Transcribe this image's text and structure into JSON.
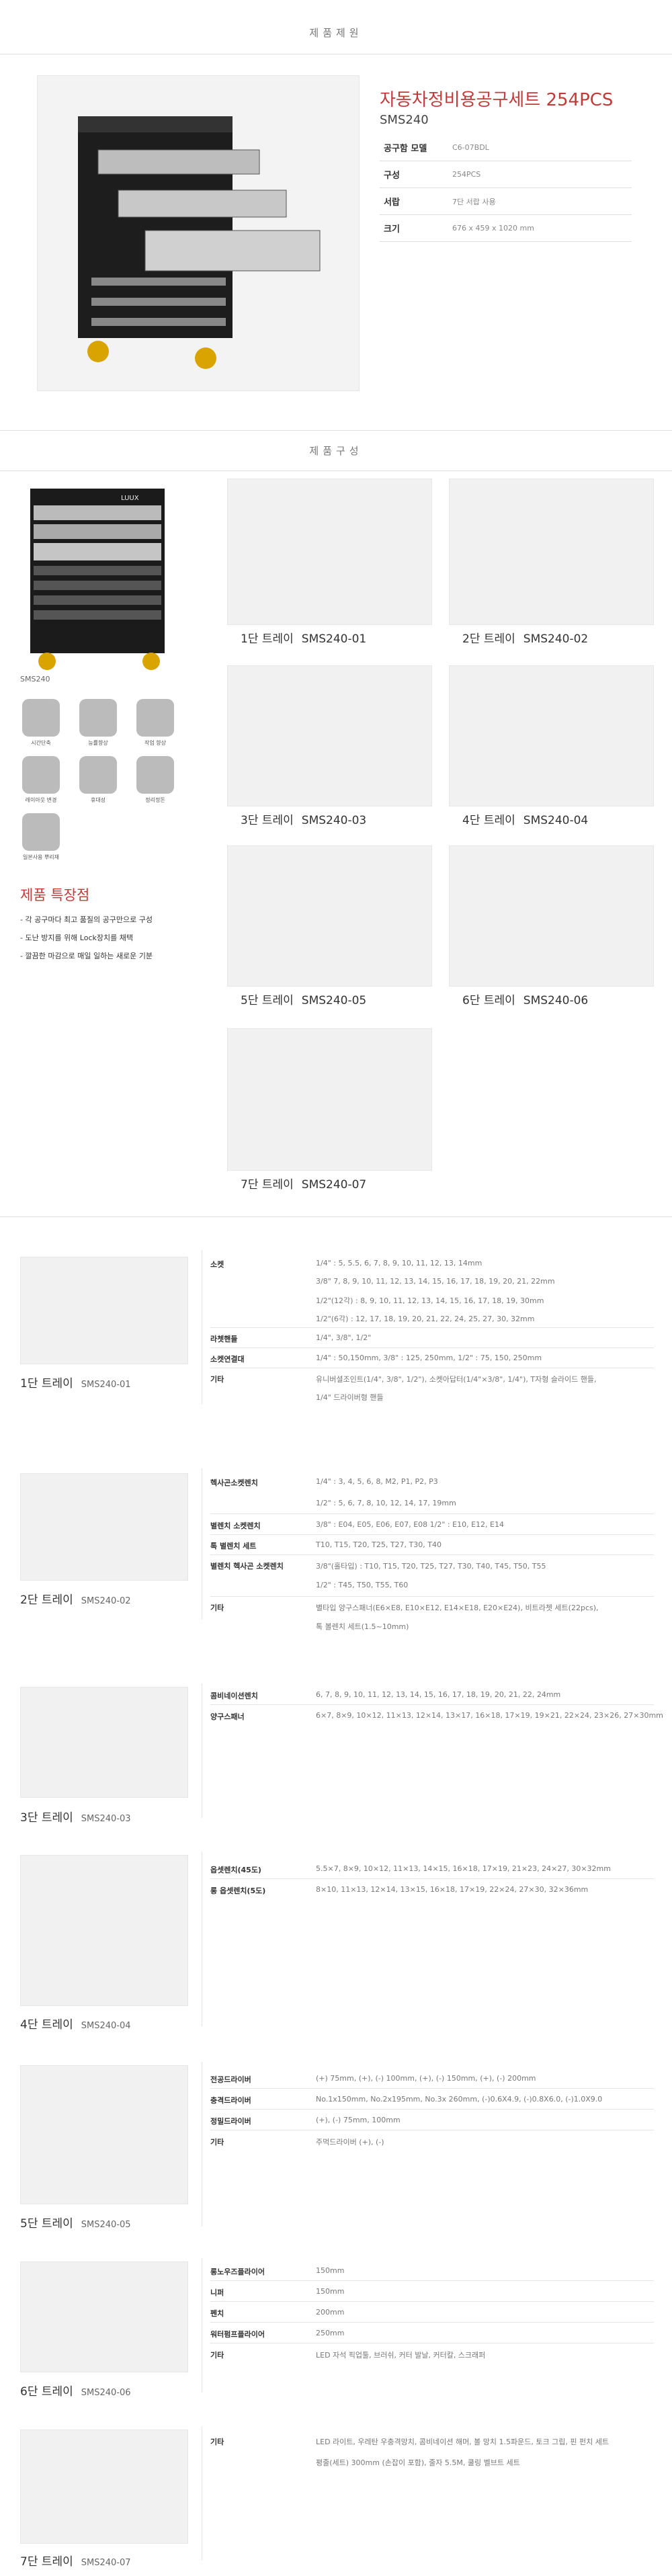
{
  "product_info": {
    "section_title": "제품제원",
    "title": "자동차정비용공구세트 254PCS",
    "model": "SMS240",
    "specs": [
      {
        "key": "공구함 모델",
        "value": "C6-07BDL"
      },
      {
        "key": "구성",
        "value": "254PCS"
      },
      {
        "key": "서랍",
        "value": "7단 서랍 사용"
      },
      {
        "key": "크기",
        "value": "676 x 459 x 1020 mm"
      }
    ]
  },
  "composition": {
    "section_title": "제품구성",
    "cabinet_label": "SMS240",
    "cabinet_brand": "LUUX",
    "icons": [
      {
        "label": "시간단축",
        "icon": "clock-icon"
      },
      {
        "label": "능률향상",
        "icon": "gear-icon"
      },
      {
        "label": "작업 향상",
        "icon": "chart-up-icon"
      },
      {
        "label": "레이아웃 변경",
        "icon": "arrows-icon"
      },
      {
        "label": "휴대성",
        "icon": "carry-icon"
      },
      {
        "label": "정리정돈",
        "icon": "grid-icon"
      },
      {
        "label": "일본사용 뿌리재",
        "icon": "person-icon"
      }
    ],
    "features_title": "제품 특장점",
    "features": [
      "- 각 공구마다 최고 품질의 공구만으로 구성",
      "- 도난 방지를 위해 Lock장치를 채택",
      "- 깔끔한 마감으로 매일 일하는 새로운 기분"
    ],
    "trays": [
      {
        "label": "1단 트레이",
        "code": "SMS240-01"
      },
      {
        "label": "2단 트레이",
        "code": "SMS240-02"
      },
      {
        "label": "3단 트레이",
        "code": "SMS240-03"
      },
      {
        "label": "4단 트레이",
        "code": "SMS240-04"
      },
      {
        "label": "5단 트레이",
        "code": "SMS240-05"
      },
      {
        "label": "6단 트레이",
        "code": "SMS240-06"
      },
      {
        "label": "7단 트레이",
        "code": "SMS240-07"
      }
    ]
  },
  "details": [
    {
      "label": "1단 트레이",
      "code": "SMS240-01",
      "rows": [
        {
          "k": "소켓",
          "v": [
            "1/4\" : 5, 5.5, 6, 7, 8, 9, 10, 11, 12, 13, 14mm",
            "3/8\" 7, 8, 9, 10, 11, 12, 13, 14, 15, 16, 17, 18, 19, 20, 21, 22mm",
            "1/2\"(12각) : 8, 9, 10, 11, 12, 13, 14, 15, 16, 17, 18, 19, 30mm",
            "1/2\"(6각) : 12, 17, 18, 19, 20, 21, 22, 24, 25, 27, 30, 32mm"
          ]
        },
        {
          "k": "라쳇핸들",
          "v": [
            "1/4\", 3/8\", 1/2\""
          ]
        },
        {
          "k": "소켓연결대",
          "v": [
            "1/4\" : 50,150mm, 3/8\" : 125, 250mm, 1/2\" : 75, 150, 250mm"
          ]
        },
        {
          "k": "기타",
          "v": [
            "유니버셜조인트(1/4\", 3/8\", 1/2\"), 소켓아답터(1/4\"×3/8\", 1/4\"), T자형 슬라이드 핸들,",
            "1/4\" 드라이버형 핸들"
          ]
        }
      ]
    },
    {
      "label": "2단 트레이",
      "code": "SMS240-02",
      "rows": [
        {
          "k": "헥사곤소켓렌치",
          "v": [
            "1/4\" : 3, 4, 5, 6, 8, M2, P1, P2, P3",
            "1/2\" : 5, 6, 7, 8, 10, 12, 14, 17, 19mm"
          ]
        },
        {
          "k": "별렌치 소켓렌치",
          "v": [
            "3/8\" : E04, E05, E06, E07, E08 1/2\" : E10, E12, E14"
          ]
        },
        {
          "k": "톡 별렌치 세트",
          "v": [
            "T10, T15, T20, T25, T27, T30, T40"
          ]
        },
        {
          "k": "별렌치 헥사곤 소켓렌치",
          "v": [
            "3/8\"(홀타입) : T10, T15, T20, T25, T27, T30, T40, T45, T50, T55",
            "1/2\" : T45, T50, T55, T60"
          ]
        },
        {
          "k": "기타",
          "v": [
            "별타입 양구스패너(E6×E8, E10×E12, E14×E18, E20×E24), 비트라쳇 세트(22pcs),",
            "톡 볼렌치 세트(1.5~10mm)"
          ]
        }
      ]
    },
    {
      "label": "3단 트레이",
      "code": "SMS240-03",
      "rows": [
        {
          "k": "콤비네이션렌치",
          "v": [
            "6, 7, 8, 9, 10, 11, 12, 13, 14, 15, 16, 17, 18, 19, 20, 21, 22, 24mm"
          ]
        },
        {
          "k": "양구스패너",
          "v": [
            "6×7, 8×9, 10×12, 11×13, 12×14, 13×17, 16×18, 17×19, 19×21, 22×24, 23×26, 27×30mm"
          ]
        }
      ]
    },
    {
      "label": "4단 트레이",
      "code": "SMS240-04",
      "rows": [
        {
          "k": "옵셋렌치(45도)",
          "v": [
            "5.5×7, 8×9, 10×12, 11×13, 14×15, 16×18, 17×19, 21×23, 24×27, 30×32mm"
          ]
        },
        {
          "k": "롱 옵셋렌치(5도)",
          "v": [
            "8×10, 11×13, 12×14, 13×15, 16×18, 17×19, 22×24, 27×30, 32×36mm"
          ]
        }
      ]
    },
    {
      "label": "5단 트레이",
      "code": "SMS240-05",
      "rows": [
        {
          "k": "전공드라이버",
          "v": [
            "(+) 75mm, (+), (-) 100mm, (+), (-) 150mm, (+), (-) 200mm"
          ]
        },
        {
          "k": "충격드라이버",
          "v": [
            "No.1x150mm, No.2x195mm, No.3x 260mm, (-)0.6X4.9, (-)0.8X6.0, (-)1.0X9.0"
          ]
        },
        {
          "k": "정밀드라이버",
          "v": [
            "(+), (-) 75mm, 100mm"
          ]
        },
        {
          "k": "기타",
          "v": [
            "주먹드라이버 (+), (-)"
          ]
        }
      ]
    },
    {
      "label": "6단 트레이",
      "code": "SMS240-06",
      "rows": [
        {
          "k": "롱노우즈플라이어",
          "v": [
            "150mm"
          ]
        },
        {
          "k": "니퍼",
          "v": [
            "150mm"
          ]
        },
        {
          "k": "펜치",
          "v": [
            "200mm"
          ]
        },
        {
          "k": "워터펌프플라이어",
          "v": [
            "250mm"
          ]
        },
        {
          "k": "기타",
          "v": [
            "LED 자석 픽업툴, 브러쉬, 커터 발날, 커터칼, 스크래퍼"
          ]
        }
      ]
    },
    {
      "label": "7단 트레이",
      "code": "SMS240-07",
      "rows": [
        {
          "k": "기타",
          "v": [
            "LED 라이트, 우레탄 우충격망치, 콤비네이션 해머, 볼 망치 1.5파운드, 토크 그립, 핀 펀치 세트",
            "평줄(세트) 300mm (손잡이 포함), 줄자 5.5M, 쿨링 벨브트 세트"
          ]
        }
      ]
    }
  ]
}
